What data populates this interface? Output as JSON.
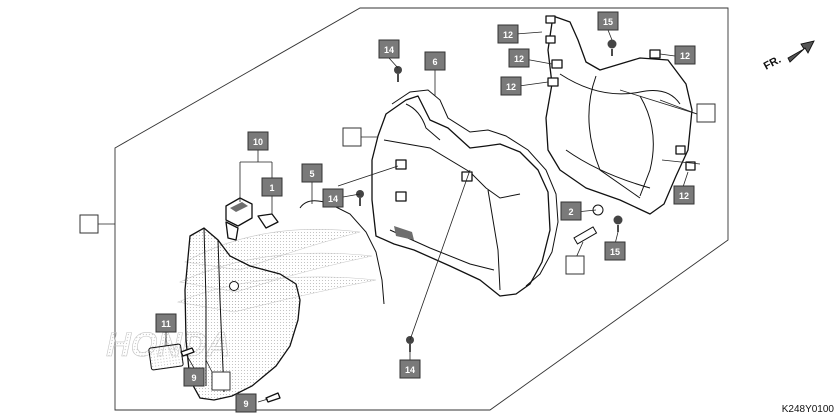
{
  "diagram": {
    "figure_code": "K248Y0100",
    "direction_label": "FR.",
    "background_brand": "HONDA",
    "callouts": {
      "c14a": "14",
      "c6": "6",
      "c12a": "12",
      "c15a": "15",
      "c12b": "12",
      "c12c": "12",
      "c12d": "12",
      "c10": "10",
      "c1": "1",
      "c5": "5",
      "c14b": "14",
      "c2": "2",
      "c15b": "15",
      "c12e": "12",
      "c11": "11",
      "c9a": "9",
      "c9b": "9",
      "c14c": "14"
    }
  }
}
